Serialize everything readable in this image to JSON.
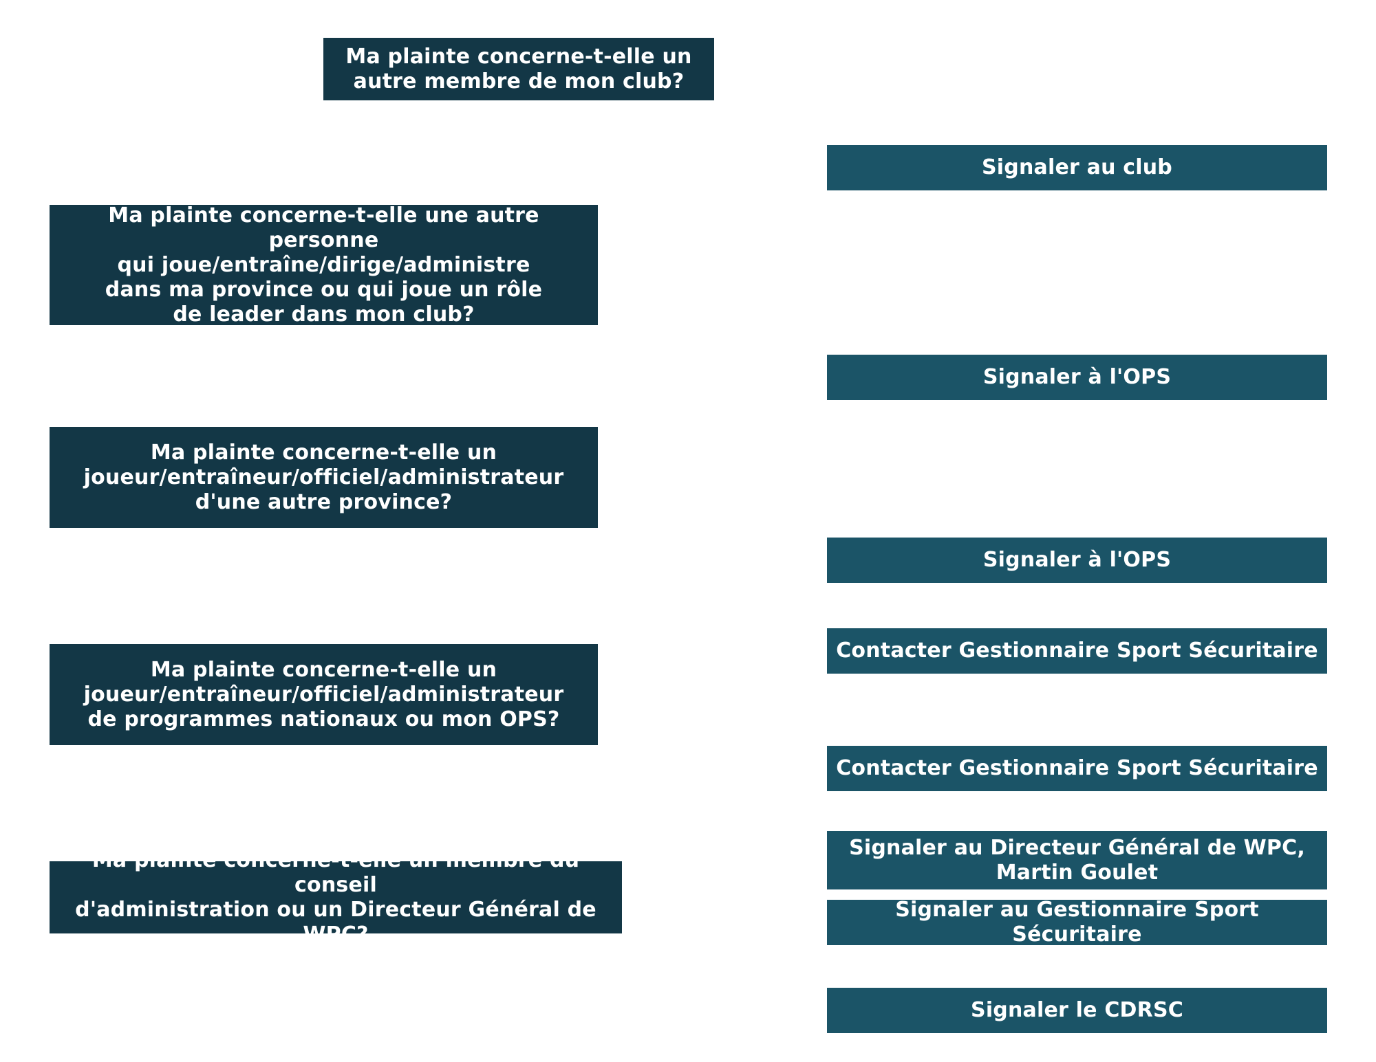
{
  "questions": [
    "Ma plainte concerne-t-elle un\nautre membre de mon club?",
    "Ma plainte concerne-t-elle une autre personne\nqui joue/entraîne/dirige/administre\ndans ma province ou qui joue un rôle\nde leader dans mon club?",
    "Ma plainte concerne-t-elle un\njoueur/entraîneur/officiel/administrateur\nd'une autre province?",
    "Ma plainte concerne-t-elle un\njoueur/entraîneur/officiel/administrateur\nde programmes nationaux ou mon OPS?",
    "Ma plainte concerne-t-elle un membre du conseil\nd'administration ou un Directeur Général de WPC?"
  ],
  "actions": [
    "Signaler au club",
    "Signaler à l'OPS",
    "Signaler à l'OPS",
    "Contacter Gestionnaire Sport Sécuritaire",
    "Contacter Gestionnaire Sport Sécuritaire",
    "Signaler au Directeur Général de WPC,\nMartin Goulet",
    "Signaler au Gestionnaire Sport Sécuritaire",
    "Signaler le CDRSC"
  ],
  "colors": {
    "question_box": "#133746",
    "action_box": "#1b5467",
    "text": "#ffffff",
    "background": "#ffffff"
  }
}
